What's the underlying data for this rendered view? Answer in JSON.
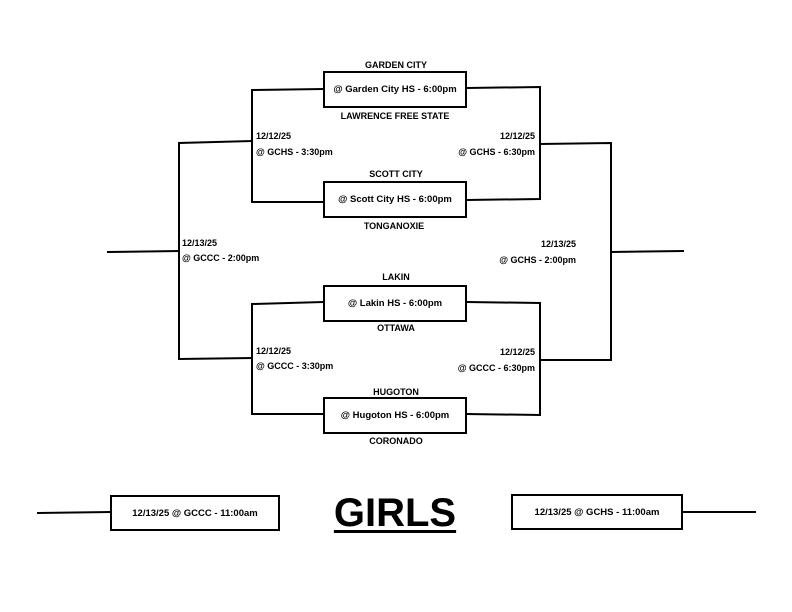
{
  "title": "GIRLS",
  "games": [
    {
      "top_team": "GARDEN CITY",
      "venue": "@ Garden City HS  -  6:00pm",
      "bottom_team": "LAWRENCE FREE STATE"
    },
    {
      "top_team": "SCOTT CITY",
      "venue": "@ Scott City HS  -  6:00pm",
      "bottom_team": "TONGANOXIE"
    },
    {
      "top_team": "LAKIN",
      "venue": "@ Lakin HS  -  6:00pm",
      "bottom_team": "OTTAWA"
    },
    {
      "top_team": "HUGOTON",
      "venue": "@ Hugoton HS  -  6:00pm",
      "bottom_team": "CORONADO"
    }
  ],
  "labels": {
    "top_left": {
      "date": "12/12/25",
      "venue": "@ GCHS  -  3:30pm"
    },
    "top_right": {
      "date": "12/12/25",
      "venue": "@ GCHS  -  6:30pm"
    },
    "bottom_left": {
      "date": "12/12/25",
      "venue": "@ GCCC  -  3:30pm"
    },
    "bottom_right": {
      "date": "12/12/25",
      "venue": "@ GCCC  -  6:30pm"
    },
    "semi_left": {
      "date": "12/13/25",
      "venue": "@ GCCC  -  2:00pm"
    },
    "semi_right": {
      "date": "12/13/25",
      "venue": "@ GCHS  -  2:00pm"
    }
  },
  "placement": {
    "left": "12/13/25 @ GCCC -  11:00am",
    "right": "12/13/25 @ GCHS  -  11:00am"
  }
}
